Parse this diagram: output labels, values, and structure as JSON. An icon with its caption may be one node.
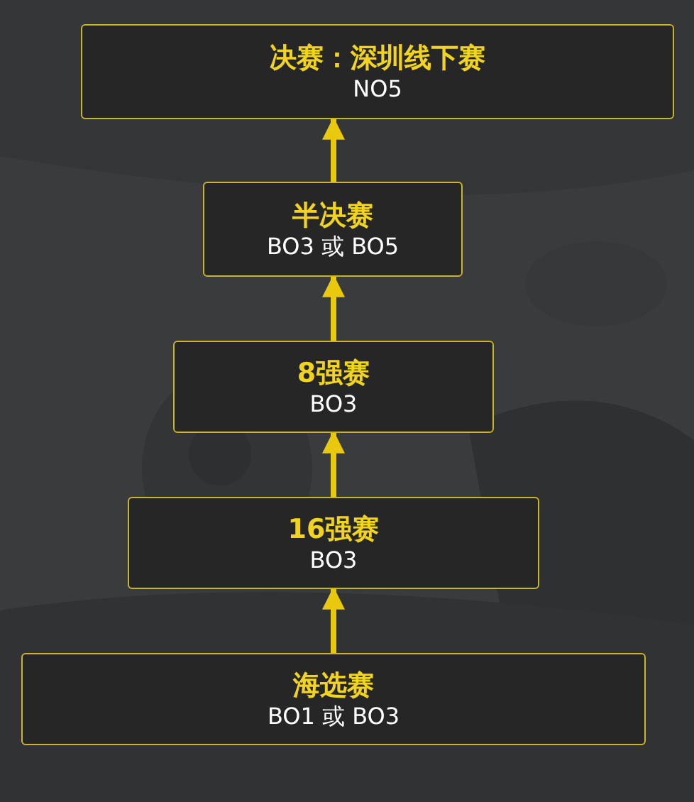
{
  "diagram": {
    "nodes": [
      {
        "text": [
          "决赛：深圳线下赛",
          "NO5"
        ]
      },
      {
        "text": [
          "半决赛",
          "BO3 或 BO5"
        ]
      },
      {
        "text": [
          "8强赛",
          "BO3"
        ]
      },
      {
        "text": [
          "16强赛",
          "BO3"
        ]
      },
      {
        "text": [
          "海选赛",
          "BO1 或 BO3"
        ]
      }
    ],
    "edges": [
      {
        "from": 4,
        "to": 3,
        "arrow": "to"
      },
      {
        "from": 3,
        "to": 2,
        "arrow": "to"
      },
      {
        "from": 2,
        "to": 1,
        "arrow": "to"
      },
      {
        "from": 1,
        "to": 0,
        "arrow": "to"
      }
    ]
  }
}
